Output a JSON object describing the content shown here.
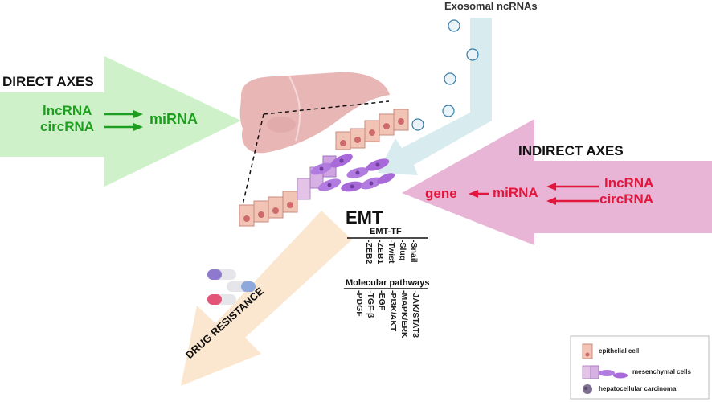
{
  "title_exosomal": "Exosomal ncRNAs",
  "direct": {
    "heading": "DIRECT AXES",
    "lncrna": "lncRNA",
    "circrna": "circRNA",
    "mirna": "miRNA"
  },
  "indirect": {
    "heading": "INDIRECT AXES",
    "lncrna": "lncRNA",
    "circrna": "circRNA",
    "mirna": "miRNA",
    "gene": "gene"
  },
  "emt": {
    "title": "EMT",
    "tf_heading": "EMT-TF",
    "tf_items": [
      "-Snail",
      "-Slug",
      "-Twist",
      "-ZEB1",
      "-ZEB2"
    ],
    "pathways_heading": "Molecular pathways",
    "pathway_items": [
      "-JAK/STAT3",
      "-MAPK/ERK",
      "-PI3K/AKT",
      "-EGF",
      "-TGF-β",
      "-PDGF"
    ]
  },
  "drug_resistance": "DRUG RESISTANCE",
  "legend": {
    "epithelial": "epithelial cell",
    "mesenchymal": "mesenchymal cells",
    "hcc": "hepatocellular carcinoma"
  },
  "colors": {
    "direct_green": "#1e9e1e",
    "indirect_red": "#e3173d",
    "direct_arrow": "#c9efc3",
    "indirect_arrow": "#e4a8cf",
    "exosome_arrow": "#d8ecef",
    "drug_arrow": "#fbe6cf",
    "liver": "#e9b6b6",
    "mesenchymal": "#b27be0"
  }
}
